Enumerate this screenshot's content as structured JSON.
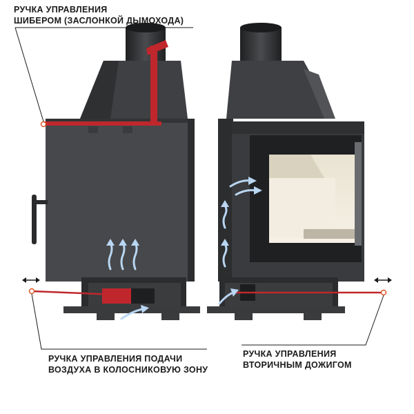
{
  "labels": {
    "damper_handle": {
      "line1": "РУЧКА УПРАВЛЕНИЯ",
      "line2": "ШИБЕРОМ (ЗАСЛОНКОЙ ДЫМОХОДА)"
    },
    "air_supply_handle": {
      "line1": "РУЧКА УПРАВЛЕНИЯ ПОДАЧИ",
      "line2": "ВОЗДУХА В КОЛОСНИКОВУЮ ЗОНУ"
    },
    "secondary_burn_handle": {
      "line1": "РУЧКА УПРАВЛЕНИЯ",
      "line2": "ВТОРИЧНЫМ ДОЖИГОМ"
    }
  },
  "colors": {
    "steel_dark": "#3a3b3d",
    "steel_mid": "#4a4b4e",
    "steel_light": "#5c5d60",
    "handle_red": "#c0272d",
    "glass_cream": "#efe8d6",
    "airflow_blue": "#b9d6f2"
  },
  "icons": [
    "double-arrow-icon",
    "airflow-arrow-icon",
    "pivot-point-icon"
  ]
}
